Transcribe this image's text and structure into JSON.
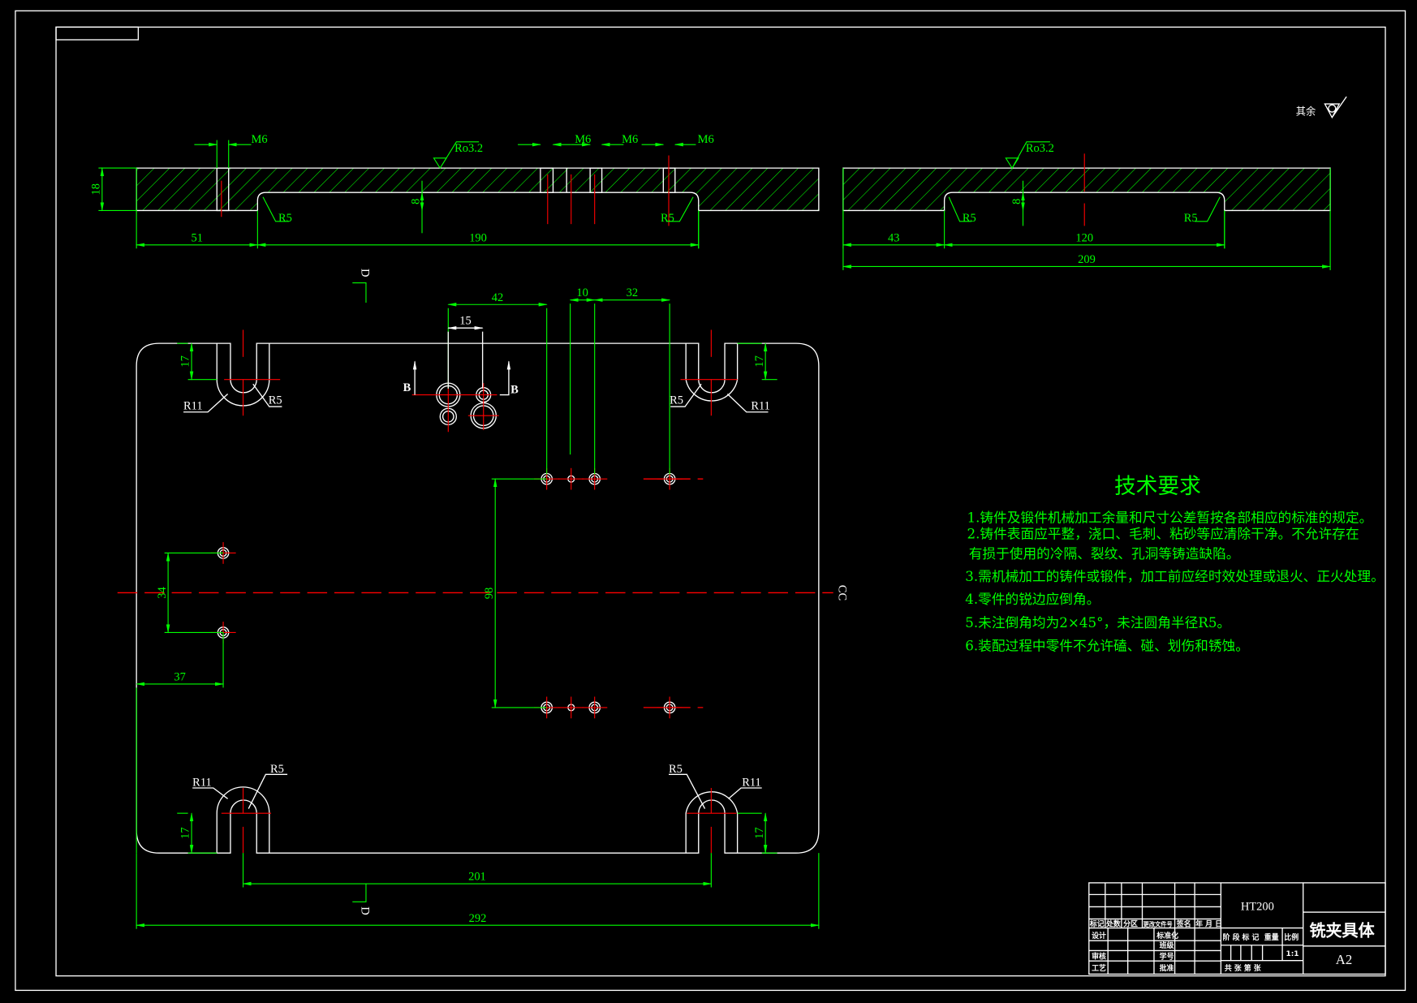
{
  "drawing": {
    "surface_note": "其余",
    "roughness": "Ro3.2",
    "thread": "M6",
    "section_b": "B",
    "section_d": "D",
    "section_c": "CC",
    "dims": {
      "d18": "18",
      "d51": "51",
      "d190": "190",
      "d8": "8",
      "r5": "R5",
      "r11": "R11",
      "d43": "43",
      "d120": "120",
      "d209": "209",
      "d42": "42",
      "d10": "10",
      "d32": "32",
      "d15": "15",
      "d17": "17",
      "d34": "34",
      "d37": "37",
      "d98": "98",
      "d201": "201",
      "d292": "292"
    }
  },
  "tech": {
    "title": "技术要求",
    "lines": [
      "1.铸件及锻件机械加工余量和尺寸公差暂按各部相应的标准的规定。",
      "2.铸件表面应平整，浇口、毛刺、粘砂等应清除干净。不允许存在",
      "有损于使用的冷隔、裂纹、孔洞等铸造缺陷。",
      "3.需机械加工的铸件或锻件，加工前应经时效处理或退火、正火处理。",
      "4.零件的锐边应倒角。",
      "5.未注倒角均为2×45°，未注圆角半径R5。",
      "6.装配过程中零件不允许磕、碰、划伤和锈蚀。"
    ]
  },
  "title_block": {
    "material": "HT200",
    "part_name": "铣夹具体",
    "sheet_size": "A2",
    "rev_headers": [
      "标记",
      "处数",
      "分区",
      "更改文件号",
      "签名",
      "年 月 日"
    ],
    "left_labels": [
      "设计",
      "",
      "审核",
      "工艺"
    ],
    "right_labels": [
      "标准化",
      "班级",
      "学号",
      "批准"
    ],
    "stage_mark": "阶 段 标 记",
    "weight": "重量",
    "scale_label": "比例",
    "scale": "1:1",
    "sheets": "共    张  第    张"
  }
}
